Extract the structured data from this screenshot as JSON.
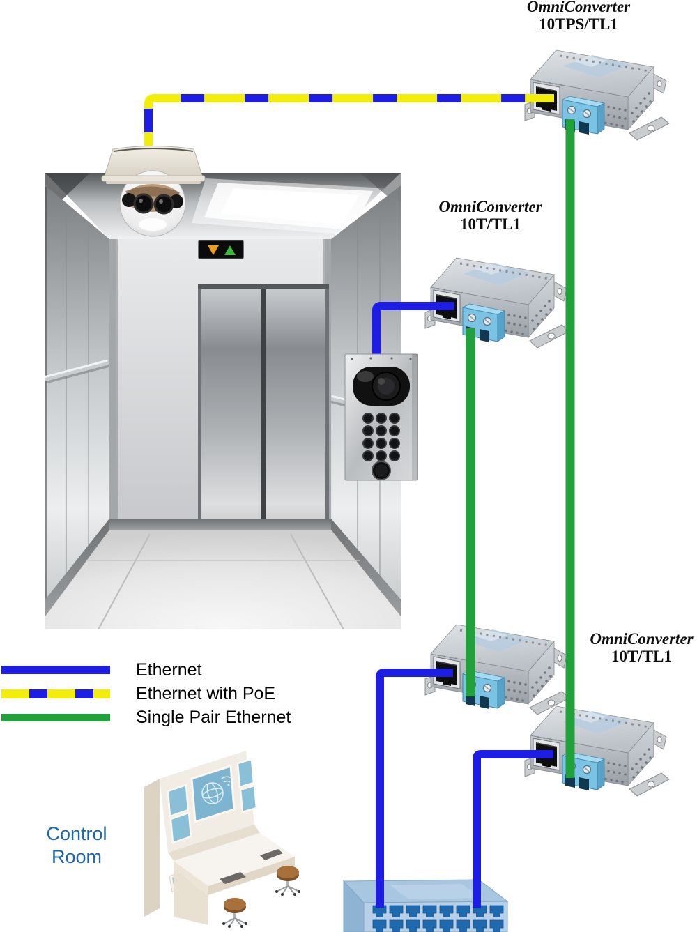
{
  "page": {
    "background": "#ffffff"
  },
  "converter_labels": {
    "top": {
      "name": "OmniConverter",
      "model": "10TPS/TL1"
    },
    "middle": {
      "name": "OmniConverter",
      "model": "10T/TL1"
    },
    "bottom": {
      "name": "OmniConverter",
      "model": "10T/TL1"
    }
  },
  "legend": {
    "items": [
      {
        "label": "Ethernet",
        "line_style": "solid",
        "color": "#1d1de4"
      },
      {
        "label": "Ethernet with PoE",
        "line_style": "yellow-with-blue-dashes",
        "color": "#f2ee0a",
        "dash_color": "#1d1de4"
      },
      {
        "label": "Single Pair Ethernet",
        "line_style": "solid",
        "color": "#21a13a"
      }
    ]
  },
  "control_room": {
    "line1": "Control",
    "line2": "Room",
    "text_color": "#1a67b0"
  },
  "icons": {
    "dome_camera": "ceiling-dome-security-camera",
    "intercom": "elevator-intercom-panel",
    "media_converter": "omniconverter-media-converter",
    "ethernet_switch": "16-port-ethernet-switch",
    "control_console": "control-room-console"
  },
  "cables": {
    "ethernet_color": "#1d1de4",
    "poe_base_color": "#f2ee0a",
    "poe_dash_color": "#1d1de4",
    "single_pair_color": "#21a13a"
  }
}
